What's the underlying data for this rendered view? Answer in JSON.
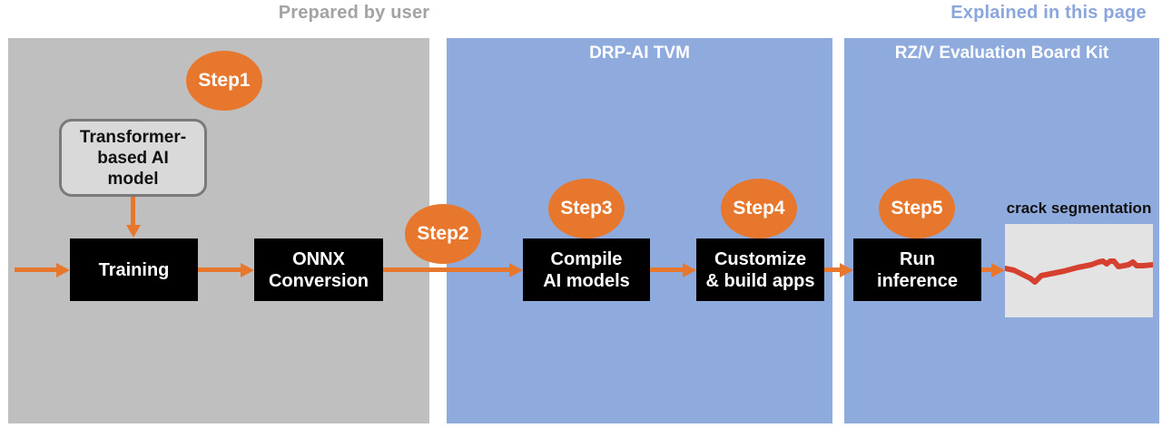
{
  "header": {
    "left_label": "Prepared by user",
    "right_label": "Explained in this page"
  },
  "panels": {
    "user": {
      "title": ""
    },
    "tvm": {
      "title": "DRP-AI TVM"
    },
    "board": {
      "title": "RZ/V Evaluation Board Kit"
    }
  },
  "steps": {
    "s1": "Step1",
    "s2": "Step2",
    "s3": "Step3",
    "s4": "Step4",
    "s5": "Step5"
  },
  "nodes": {
    "model": "Transformer-\nbased AI\nmodel",
    "training": "Training",
    "onnx": "ONNX\nConversion",
    "compile": "Compile\nAI models",
    "customize": "Customize\n& build apps",
    "run": "Run\ninference"
  },
  "result": {
    "label": "crack segmentation"
  },
  "colors": {
    "accent_orange": "#e8772e",
    "panel_gray": "#bfbfbf",
    "panel_blue": "#8faadc",
    "box_black": "#000000",
    "crack_red": "#d6402f",
    "header_gray_text": "#a3a3a3",
    "header_blue_text": "#8ba6dc"
  }
}
